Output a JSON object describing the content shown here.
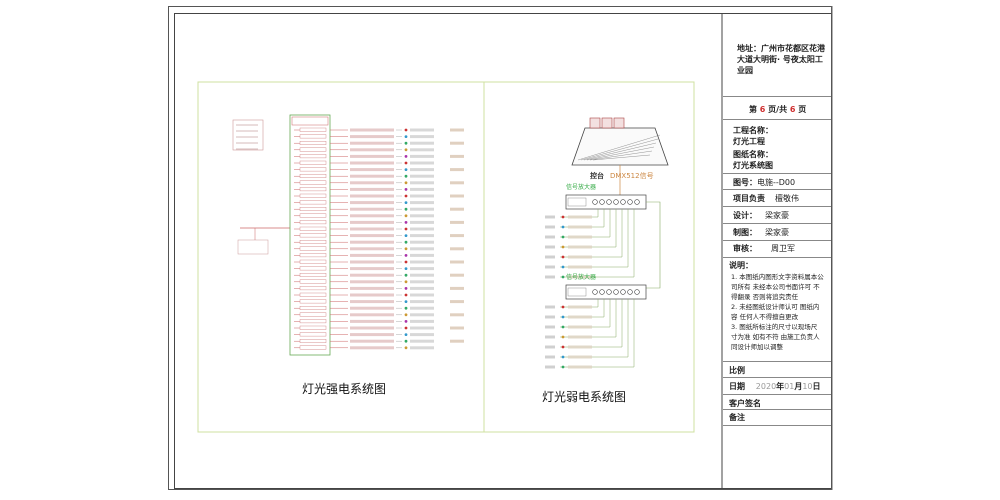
{
  "title_block": {
    "address": "地址：广州市花都区花港大道大明街· 号夜太阳工业园",
    "address_line1": "地址：广州市花都区花港",
    "address_line2": "大道大明街· 号夜太阳工",
    "address_line3": "业园",
    "sheet_prefix": "第",
    "sheet_no": "6",
    "sheet_mid": "页/共",
    "sheet_total": "6",
    "sheet_suffix": "页",
    "project_label": "工程名称：",
    "project_value": "灯光工程",
    "drawing_label": "图纸名称：",
    "drawing_value": "灯光系统图",
    "drawing_no_label": "图号：",
    "drawing_no_value": "电施--D00",
    "manager_label": "项目负责",
    "manager_value": "檀敬伟",
    "design_label": "设计：",
    "design_value": "梁家豪",
    "draw_label": "制图：",
    "draw_value": "梁家豪",
    "review_label": "审核：",
    "review_value": "周卫军",
    "notes_label": "说明：",
    "notes": [
      "1. 本图纸内图形文字资料属本公",
      "司所有 未经本公司书面许可 不",
      "得翻录 否则将追究责任",
      "2. 未经图纸设计师认可 图纸内",
      "容 任何人不得擅自更改",
      "3. 图纸所标注的尺寸以现场尺",
      "寸为准 如有不符 由施工负责人",
      "同设计师加以调整"
    ],
    "scale_label": "比例",
    "date_label": "日期",
    "date_year": "2020",
    "date_year_suffix": "年",
    "date_month": "01",
    "date_month_suffix": "月",
    "date_day": "10",
    "date_day_suffix": "日",
    "client_label": "客户签名",
    "remarks_label": "备注"
  },
  "left_diagram": {
    "title": "灯光强电系统图",
    "colors": {
      "frame": "#c8d890",
      "line": "#cc6666",
      "bus": "#66aa55",
      "text": "#333333"
    }
  },
  "right_diagram": {
    "title": "灯光弱电系统图",
    "console_label": "控台",
    "console_model": "DMX512信号",
    "amp1_label": "信号放大器",
    "amp2_label": "信号放大器",
    "colors": {
      "frame": "#c8d890",
      "line": "#88aa66",
      "signal": "#cc8844"
    }
  }
}
